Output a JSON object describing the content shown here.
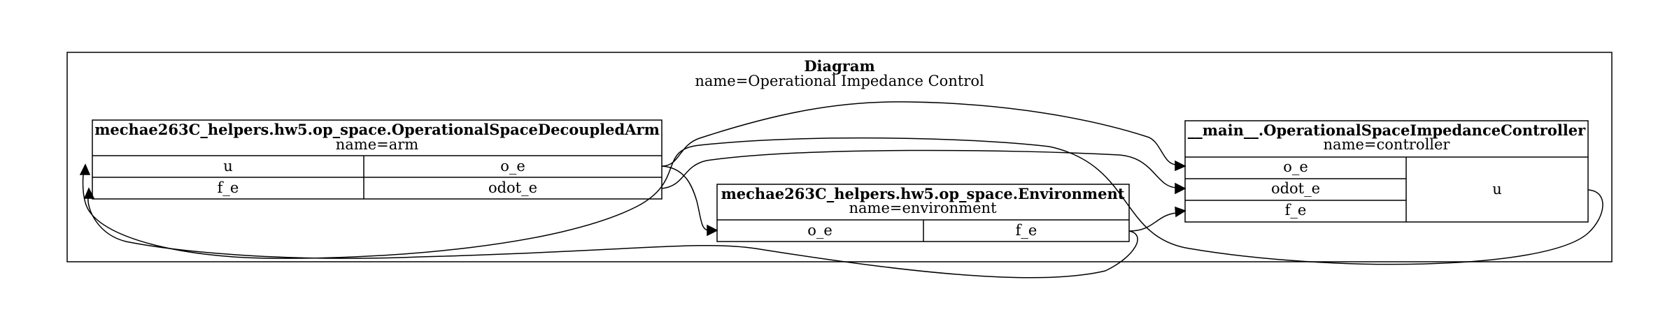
{
  "diagram": {
    "title": "Diagram",
    "subtitle": "name=Operational Impedance Control"
  },
  "arm": {
    "class_name": "mechae263C_helpers.hw5.op_space.OperationalSpaceDecoupledArm",
    "name_line": "name=arm",
    "inputs": [
      "u",
      "f_e"
    ],
    "outputs": [
      "o_e",
      "odot_e"
    ]
  },
  "environment": {
    "class_name": "mechae263C_helpers.hw5.op_space.Environment",
    "name_line": "name=environment",
    "inputs": [
      "o_e"
    ],
    "outputs": [
      "f_e"
    ]
  },
  "controller": {
    "class_name": "__main__.OperationalSpaceImpedanceController",
    "name_line": "name=controller",
    "inputs": [
      "o_e",
      "odot_e",
      "f_e"
    ],
    "outputs": [
      "u"
    ]
  },
  "connections": [
    {
      "from": "arm.o_e",
      "to": "controller.o_e"
    },
    {
      "from": "arm.o_e",
      "to": "environment.o_e"
    },
    {
      "from": "arm.odot_e",
      "to": "controller.odot_e"
    },
    {
      "from": "environment.f_e",
      "to": "controller.f_e"
    },
    {
      "from": "environment.f_e",
      "to": "arm.f_e"
    },
    {
      "from": "controller.u",
      "to": "arm.u"
    }
  ]
}
